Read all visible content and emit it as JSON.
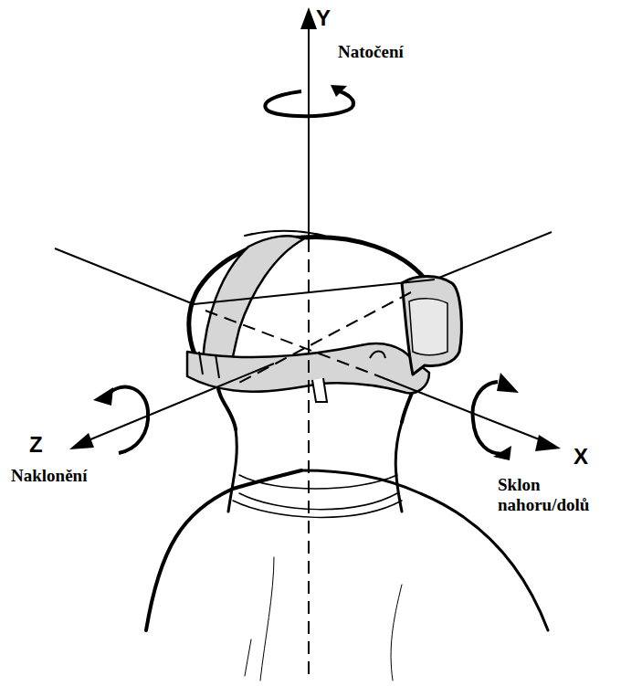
{
  "diagram": {
    "labels": [
      "Y",
      "Natočení",
      "Z",
      "Naklonění",
      "X",
      "Sklon nahoru/dolů"
    ]
  }
}
